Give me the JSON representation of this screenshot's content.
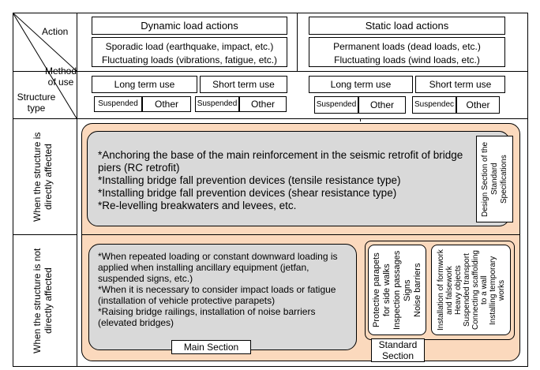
{
  "header": {
    "action_label": "Action",
    "method_label": "Method of use",
    "structure_label": "Structure type",
    "dynamic_title": "Dynamic load actions",
    "dynamic_line1": "Sporadic load (earthquake, impact, etc.)",
    "dynamic_line2": "Fluctuating loads (vibrations, fatigue, etc.)",
    "static_title": "Static load actions",
    "static_line1": "Permanent loads (dead loads, etc.)",
    "static_line2": "Fluctuating loads (wind loads, etc.)",
    "long_term": "Long term use",
    "short_term": "Short term use",
    "suspended": "Suspended",
    "suspended_cut": "Suspendec",
    "other": "Other"
  },
  "rows": {
    "direct": "When the structure is directly affected",
    "indirect": "When the structure is not directly affected"
  },
  "direct_box": {
    "lines": [
      "*Anchoring the base of the main reinforcement in the seismic retrofit of bridge piers (RC retrofit)",
      "*Installing bridge fall prevention devices (tensile resistance type)",
      "*Installing bridge fall prevention devices (shear resistance type)",
      "*Re-levelling breakwaters and levees, etc."
    ],
    "side_label": "Design Section of the Standard Specifications"
  },
  "indirect_box": {
    "lines": [
      "*When repeated loading or constant downward loading is applied when installing ancillary equipment (jetfan, suspended signs, etc.)",
      "*When it is necessary to consider impact loads or fatigue (installation of vehicle protective parapets)",
      "*Raising bridge railings, installation of noise barriers (elevated bridges)"
    ],
    "main_section_label": "Main Section"
  },
  "standard_box": {
    "items_a": [
      "Protective parapets for side walks",
      "Inspection passages",
      "Signs",
      "Noise barriers"
    ],
    "items_b": [
      "Installation of formwork and falsework",
      "Heavy objects",
      "Suspended transport",
      "Connecting scaffolding to a wall",
      "Installing temporary works"
    ],
    "label": "Standard Section"
  }
}
